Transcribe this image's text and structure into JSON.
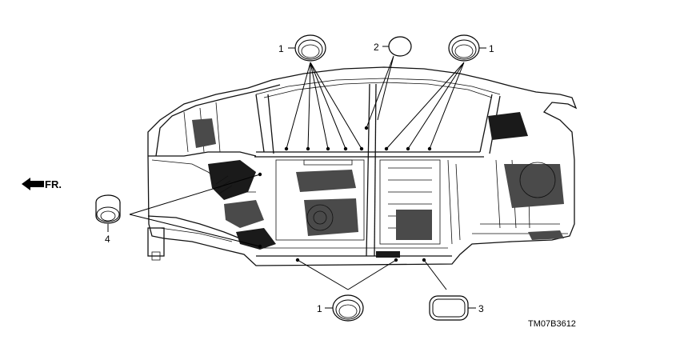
{
  "labels": {
    "part_1_top_left": "1",
    "part_2": "2",
    "part_1_top_right": "1",
    "part_4": "4",
    "part_1_bottom": "1",
    "part_3": "3"
  },
  "direction": "FR.",
  "diagram_code": "TM07B3612"
}
